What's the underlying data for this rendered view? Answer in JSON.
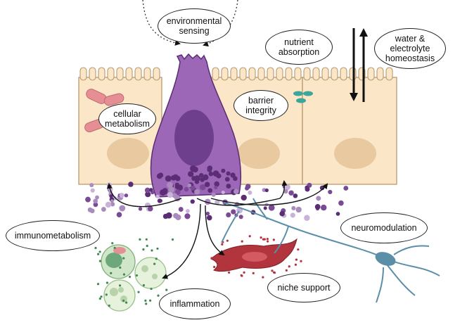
{
  "labels": {
    "environmental_sensing": "environmental\nsensing",
    "nutrient_absorption": "nutrient\nabsorption",
    "water_electrolyte": "water &\nelectrolyte\nhomeostasis",
    "cellular_metabolism": "cellular\nmetabolism",
    "barrier_integrity": "barrier\nintegrity",
    "immunometabolism": "immunometabolism",
    "neuromodulation": "neuromodulation",
    "niche_support": "niche support",
    "inflammation": "inflammation"
  },
  "colors": {
    "epithelium": "#fbe6c8",
    "epithelium_outline": "#b99a6e",
    "nucleus": "#e8c9a0",
    "enteroendocrine_cell": "#9b67b6",
    "enteroendocrine_nucleus": "#6e3f8c",
    "granule": "#5a2d74",
    "mitochondria": "#e58f94",
    "transporter": "#3aa79a",
    "fibroblast": "#b2343c",
    "neuron": "#5b8fa8",
    "immune_cell": "#cfe6c8",
    "arrow": "#111111"
  }
}
